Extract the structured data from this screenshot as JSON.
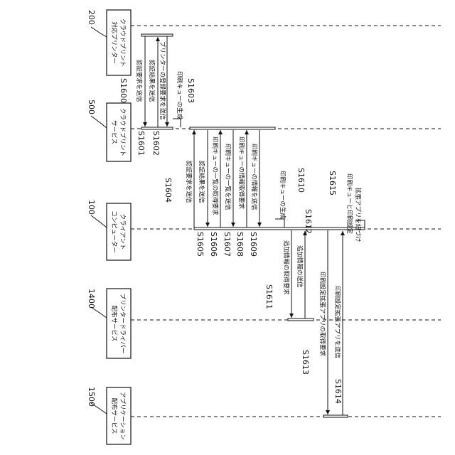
{
  "actors": [
    {
      "id": "cloud_printer",
      "ref": "200",
      "label_lines": [
        "クラウドプリント",
        "対応プリンター"
      ]
    },
    {
      "id": "cloud_service",
      "ref": "500",
      "label_lines": [
        "クラウドプリント",
        "サービス"
      ]
    },
    {
      "id": "client",
      "ref": "100",
      "label_lines": [
        "クライアント",
        "コンピューター"
      ]
    },
    {
      "id": "driver_service",
      "ref": "1400",
      "label_lines": [
        "プリンタードライバー",
        "配布サービス"
      ]
    },
    {
      "id": "app_service",
      "ref": "1500",
      "label_lines": [
        "アプリケーション",
        "配布サービス"
      ]
    }
  ],
  "messages": [
    {
      "id": "s1600",
      "step": "S1600",
      "text": "認証要求を送信"
    },
    {
      "id": "s1601",
      "step": "S1601",
      "text": "認証結果を送信"
    },
    {
      "id": "s1602",
      "step": "S1602",
      "text": "プリンターの登録要求を送信"
    },
    {
      "id": "s1603",
      "step": "S1603",
      "text": "印刷キューの生成"
    },
    {
      "id": "s1604",
      "step": "S1604",
      "text": "認証要求を送信"
    },
    {
      "id": "s1605",
      "step": "S1605",
      "text": "認証結果を送信"
    },
    {
      "id": "s1606",
      "step": "S1606",
      "text": "印刷キューの一覧の取得要求"
    },
    {
      "id": "s1607",
      "step": "S1607",
      "text": "印刷キューの一覧を送信"
    },
    {
      "id": "s1608",
      "step": "S1608",
      "text": "印刷キューの情報取得要求"
    },
    {
      "id": "s1609",
      "step": "S1609",
      "text": "印刷キューの情報を送信"
    },
    {
      "id": "s1610",
      "step": "S1610",
      "text": "印刷キューの生成"
    },
    {
      "id": "s1611",
      "step": "S1611",
      "text": "追加情報の取得要求"
    },
    {
      "id": "s1612",
      "step": "S1612",
      "text": "追加情報の送信"
    },
    {
      "id": "s1613",
      "step": "S1613",
      "text": "印刷設定拡張アプリの取得要求"
    },
    {
      "id": "s1614",
      "step": "S1614",
      "text": "印刷設定拡張アプリを送信"
    },
    {
      "id": "s1615",
      "step": "S1615",
      "text_lines": [
        "印刷キューと印刷設定",
        "拡張アプリを紐づけ"
      ]
    }
  ]
}
